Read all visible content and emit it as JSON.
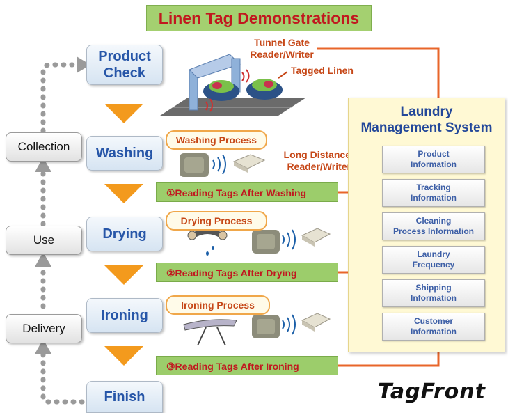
{
  "title": "Linen Tag Demonstrations",
  "steps": [
    "Product\nCheck",
    "Washing",
    "Drying",
    "Ironing",
    "Finish"
  ],
  "cycle": [
    "Collection",
    "Use",
    "Delivery"
  ],
  "labels": {
    "tunnel_gate": "Tunnel Gate\nReader/Writer",
    "tagged_linen": "Tagged Linen",
    "long_distance": "Long Distance\nReader/Writer"
  },
  "processes": {
    "washing": "Washing Process",
    "drying": "Drying Process",
    "ironing": "Ironing Process"
  },
  "readings": [
    "①Reading Tags After Washing",
    "②Reading Tags After Drying",
    "③Reading Tags After Ironing"
  ],
  "lms": {
    "title": "Laundry\nManagement System",
    "items": [
      "Product\nInformation",
      "Tracking\nInformation",
      "Cleaning\nProcess Information",
      "Laundry\nFrequency",
      "Shipping\nInformation",
      "Customer\nInformation"
    ]
  },
  "logo": "TagFront",
  "colors": {
    "title_bg": "#a4d070",
    "title_text": "#c1181f",
    "step_text": "#2756a8",
    "arrow": "#f39a1d",
    "connector": "#e8652a",
    "lms_bg": "#fff9d4"
  }
}
